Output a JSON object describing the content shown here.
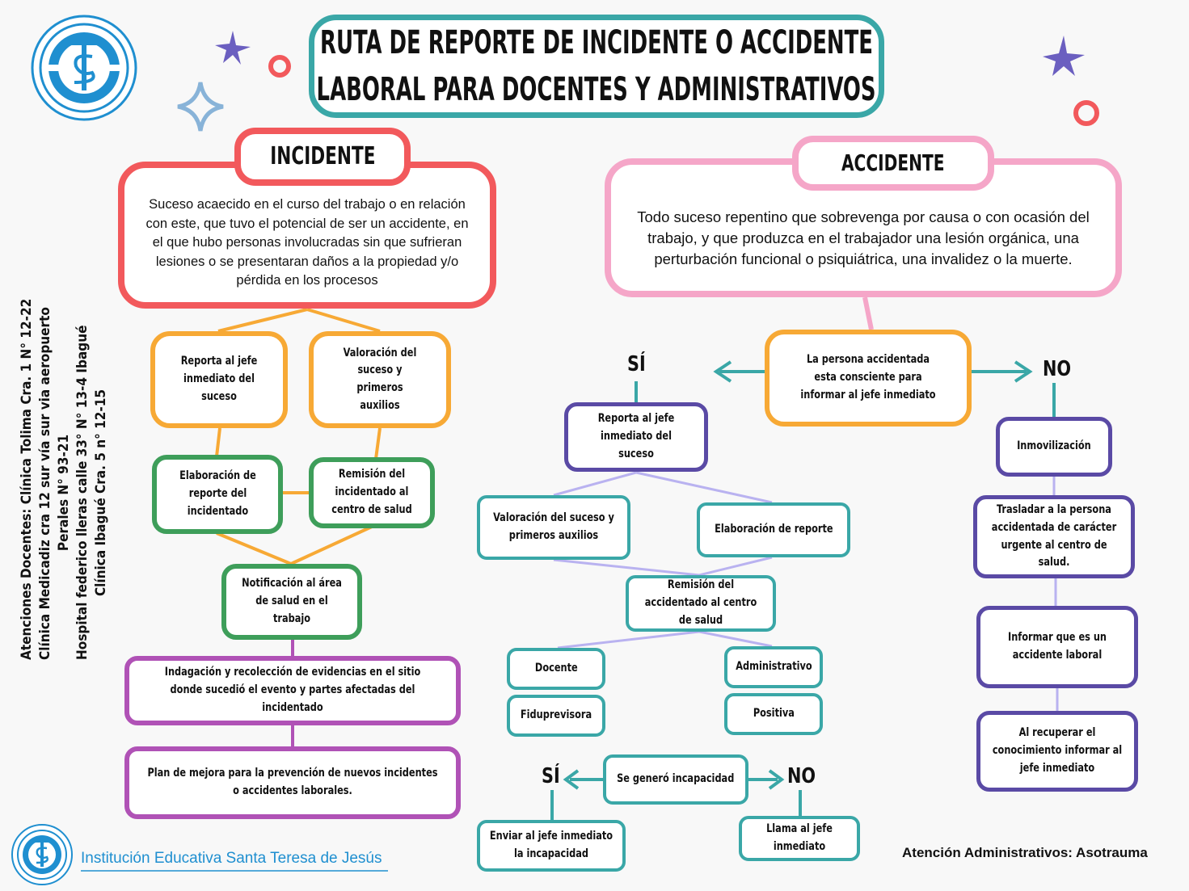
{
  "title": {
    "line1": "RUTA DE REPORTE DE INCIDENTE O ACCIDENTE",
    "line2": "LABORAL PARA DOCENTES Y ADMINISTRATIVOS"
  },
  "incidente": {
    "heading": "INCIDENTE",
    "definition": "Suceso acaecido en el curso del trabajo o en relación con este, que tuvo el potencial de ser un accidente, en el que hubo personas involucradas sin que sufrieran lesiones o se presentaran daños a la propiedad y/o pérdida en los procesos",
    "reporta": "Reporta al jefe inmediato del suceso",
    "valoracion": "Valoración del suceso y primeros auxilios",
    "elaboracion": "Elaboración de reporte del incidentado",
    "remision": "Remisión del incidentado al centro de salud",
    "notificacion": "Notificación al área de salud en el trabajo",
    "indagacion": "Indagación y recolección de evidencias en el sitio donde sucedió el evento y partes afectadas del incidentado",
    "plan": "Plan de mejora para la prevención de nuevos incidentes o accidentes laborales."
  },
  "accidente": {
    "heading": "ACCIDENTE",
    "definition": "Todo suceso repentino que sobrevenga por causa o con ocasión del trabajo, y que produzca en el trabajador una lesión orgánica, una perturbación funcional o psiquiátrica, una invalidez o la muerte.",
    "consciente": "La persona accidentada esta consciente para informar al jefe inmediato",
    "si_label": "SÍ",
    "no_label": "NO",
    "reporta": "Reporta al jefe inmediato del suceso",
    "valoracion": "Valoración del suceso y primeros auxilios",
    "elaboracion": "Elaboración de reporte",
    "remision": "Remisión del accidentado al centro de salud",
    "docente": "Docente",
    "administrativo": "Administrativo",
    "fiduprevisora": "Fiduprevisora",
    "positiva": "Positiva",
    "incapacidad": "Se generó incapacidad",
    "si2_label": "SÍ",
    "no2_label": "NO",
    "enviar": "Enviar al jefe inmediato la incapacidad",
    "llama": "Llama al jefe inmediato",
    "inmovilizacion": "Inmovilización",
    "trasladar": "Trasladar a la persona accidentada de carácter urgente al centro de salud.",
    "informar": "Informar que es un accidente laboral",
    "recuperar": "Al recuperar el conocimiento informar al jefe inmediato"
  },
  "side_text": {
    "line1": "Atenciones Docentes: Clínica Tolima Cra. 1 N° 12-22",
    "line2": "Clínica Medicadiz cra 12 sur vía sur via aeropuerto",
    "line3": "Perales N° 93-21",
    "line4": "Hospital federico lleras calle 33° N° 13-4 Ibagué",
    "line5": "Clínica Ibagué Cra. 5 n° 12-15"
  },
  "footer": {
    "institution": "Institución Educativa Santa Teresa de Jesús",
    "admin": "Atención Administrativos: Asotrauma"
  },
  "colors": {
    "teal": "#3aa7a7",
    "red": "#f2595c",
    "pink": "#f5a6c8",
    "orange": "#f7a935",
    "green": "#3e9e5a",
    "purple": "#b052b6",
    "violet": "#5a4aa5",
    "lavender": "#b9b2f0",
    "logo_blue": "#1f8fd0"
  }
}
